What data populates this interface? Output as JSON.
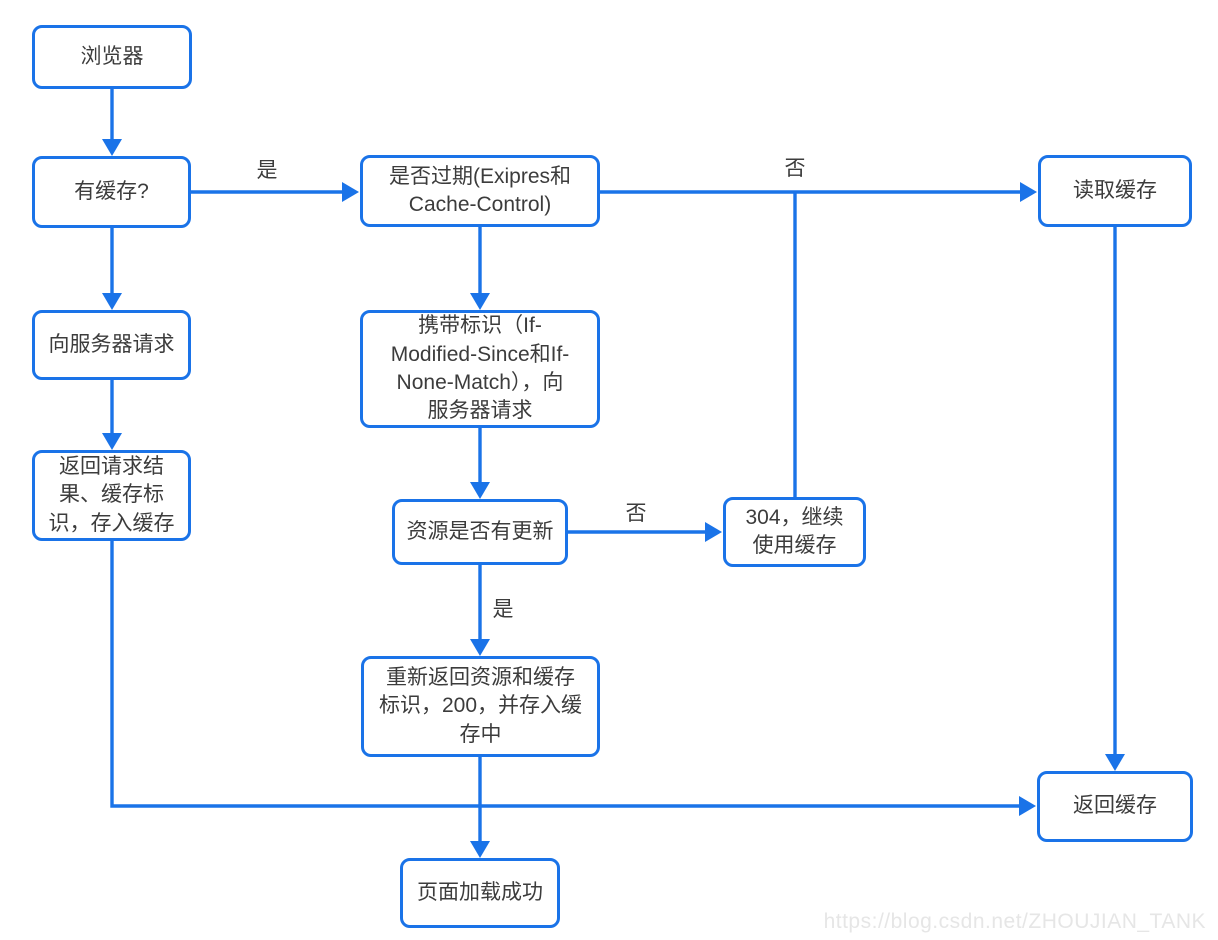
{
  "colors": {
    "accent": "#1a73e8",
    "text": "#3c3c3c",
    "watermark": "#e6e6e6",
    "background": "#ffffff"
  },
  "nodes": {
    "browser": {
      "label": "浏览器"
    },
    "has_cache": {
      "label": "有缓存?"
    },
    "is_expired": {
      "label": "是否过期(Exipres和\nCache-Control)"
    },
    "read_cache": {
      "label": "读取缓存"
    },
    "request_server": {
      "label": "向服务器请求"
    },
    "carry_identifier": {
      "label": "携带标识（If-\nModified-Since和If-\nNone-Match），向\n服务器请求"
    },
    "return_result": {
      "label": "返回请求结\n果、缓存标\n识，存入缓存"
    },
    "resource_updated": {
      "label": "资源是否有更新"
    },
    "use_cache_304": {
      "label": "304，继续\n使用缓存"
    },
    "return_200": {
      "label": "重新返回资源和缓存\n标识，200，并存入缓\n存中"
    },
    "return_cache": {
      "label": "返回缓存"
    },
    "page_loaded": {
      "label": "页面加载成功"
    }
  },
  "edge_labels": {
    "yes_has_cache": "是",
    "no_not_expired": "否",
    "no_not_updated": "否",
    "yes_updated": "是"
  },
  "watermark": {
    "text": "https://blog.csdn.net/ZHOUJIAN_TANK"
  }
}
